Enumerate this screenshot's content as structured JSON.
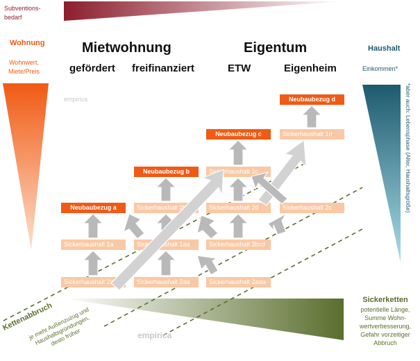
{
  "top_left": {
    "line1": "Subventions-",
    "line2": "bedarf"
  },
  "left": {
    "title": "Wohnung",
    "sub1": "Wohnwert,",
    "sub2": "Miete/Preis"
  },
  "right": {
    "title": "Haushalt",
    "sub": "Einkommen*",
    "vertical_note": "*aber auch: Lebensphase (Alter, Haushaltsgröße)"
  },
  "headers": {
    "miet": "Mietwohnung",
    "eigentum": "Eigentum",
    "gefoerdert": "gefördert",
    "freifinanziert": "freifinanziert",
    "etw": "ETW",
    "eigenheim": "Eigenheim"
  },
  "watermark_top": "empirica",
  "watermark_bottom": "empirica",
  "boxes": {
    "neubau_a": "Neubaubezug a",
    "neubau_b": "Neubaubezug b",
    "neubau_c": "Neubaubezug c",
    "neubau_d": "Neubaubezug d",
    "sick_1d": "Sickerhaushalt 1d",
    "sick_1c": "Sickerhaushalt 1c",
    "sick_2b": "Sickerhaushalt 2b",
    "sick_2d": "Sickerhaushalt 2d",
    "sick_2c": "Sickerhaushalt 2c",
    "sick_1a": "Sickerhaushalt 1a",
    "sick_1aa": "Sickerhaushalt 1aa",
    "sick_2bcd": "Sickerhaushalt 2bcd",
    "sick_2ac": "Sickerhaushalt 2ac",
    "sick_2aa": "Sickerhaushalt 2aa",
    "sick_2aaa": "Sickerhaushalt 2aaa"
  },
  "bottom_left": {
    "title": "Kettenabbruch",
    "line1": "je mehr Außenzuzug und",
    "line2": "Haushaltsgründungen,",
    "line3": "desto früher"
  },
  "bottom_right": {
    "title": "Sickerketten",
    "line1": "potentielle Länge,",
    "line2": "Summe Wohn-",
    "line3": "wertverbesserung,",
    "line4": "Gefahr vorzeitiger",
    "line5": "Abbruch"
  },
  "colors": {
    "orange": "#f05a14",
    "light_orange": "#fac8a4",
    "dark_red": "#8c1e2d",
    "teal": "#1e5a6e",
    "olive": "#5a6e2d",
    "arrow_gray": "#b4b4b4"
  }
}
